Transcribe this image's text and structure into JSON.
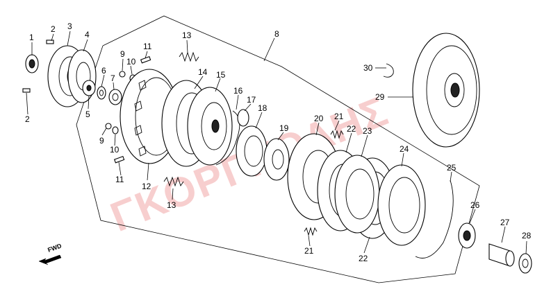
{
  "diagram": {
    "watermark": "ΓΚΟΡΓΚΟΛΗΣ",
    "direction_label": "FWD",
    "callouts": [
      {
        "id": "c1",
        "text": "1"
      },
      {
        "id": "c2a",
        "text": "2"
      },
      {
        "id": "c2b",
        "text": "2"
      },
      {
        "id": "c3",
        "text": "3"
      },
      {
        "id": "c4",
        "text": "4"
      },
      {
        "id": "c5",
        "text": "5"
      },
      {
        "id": "c6",
        "text": "6"
      },
      {
        "id": "c7",
        "text": "7"
      },
      {
        "id": "c8",
        "text": "8"
      },
      {
        "id": "c9a",
        "text": "9"
      },
      {
        "id": "c9b",
        "text": "9"
      },
      {
        "id": "c10a",
        "text": "10"
      },
      {
        "id": "c10b",
        "text": "10"
      },
      {
        "id": "c11a",
        "text": "11"
      },
      {
        "id": "c11b",
        "text": "11"
      },
      {
        "id": "c12",
        "text": "12"
      },
      {
        "id": "c13a",
        "text": "13"
      },
      {
        "id": "c13b",
        "text": "13"
      },
      {
        "id": "c14",
        "text": "14"
      },
      {
        "id": "c15",
        "text": "15"
      },
      {
        "id": "c16",
        "text": "16"
      },
      {
        "id": "c17",
        "text": "17"
      },
      {
        "id": "c18",
        "text": "18"
      },
      {
        "id": "c19",
        "text": "19"
      },
      {
        "id": "c20",
        "text": "20"
      },
      {
        "id": "c21a",
        "text": "21"
      },
      {
        "id": "c21b",
        "text": "21"
      },
      {
        "id": "c22a",
        "text": "22"
      },
      {
        "id": "c22b",
        "text": "22"
      },
      {
        "id": "c23",
        "text": "23"
      },
      {
        "id": "c24",
        "text": "24"
      },
      {
        "id": "c25",
        "text": "25"
      },
      {
        "id": "c26",
        "text": "26"
      },
      {
        "id": "c27",
        "text": "27"
      },
      {
        "id": "c28",
        "text": "28"
      },
      {
        "id": "c29",
        "text": "29"
      },
      {
        "id": "c30",
        "text": "30"
      }
    ]
  }
}
